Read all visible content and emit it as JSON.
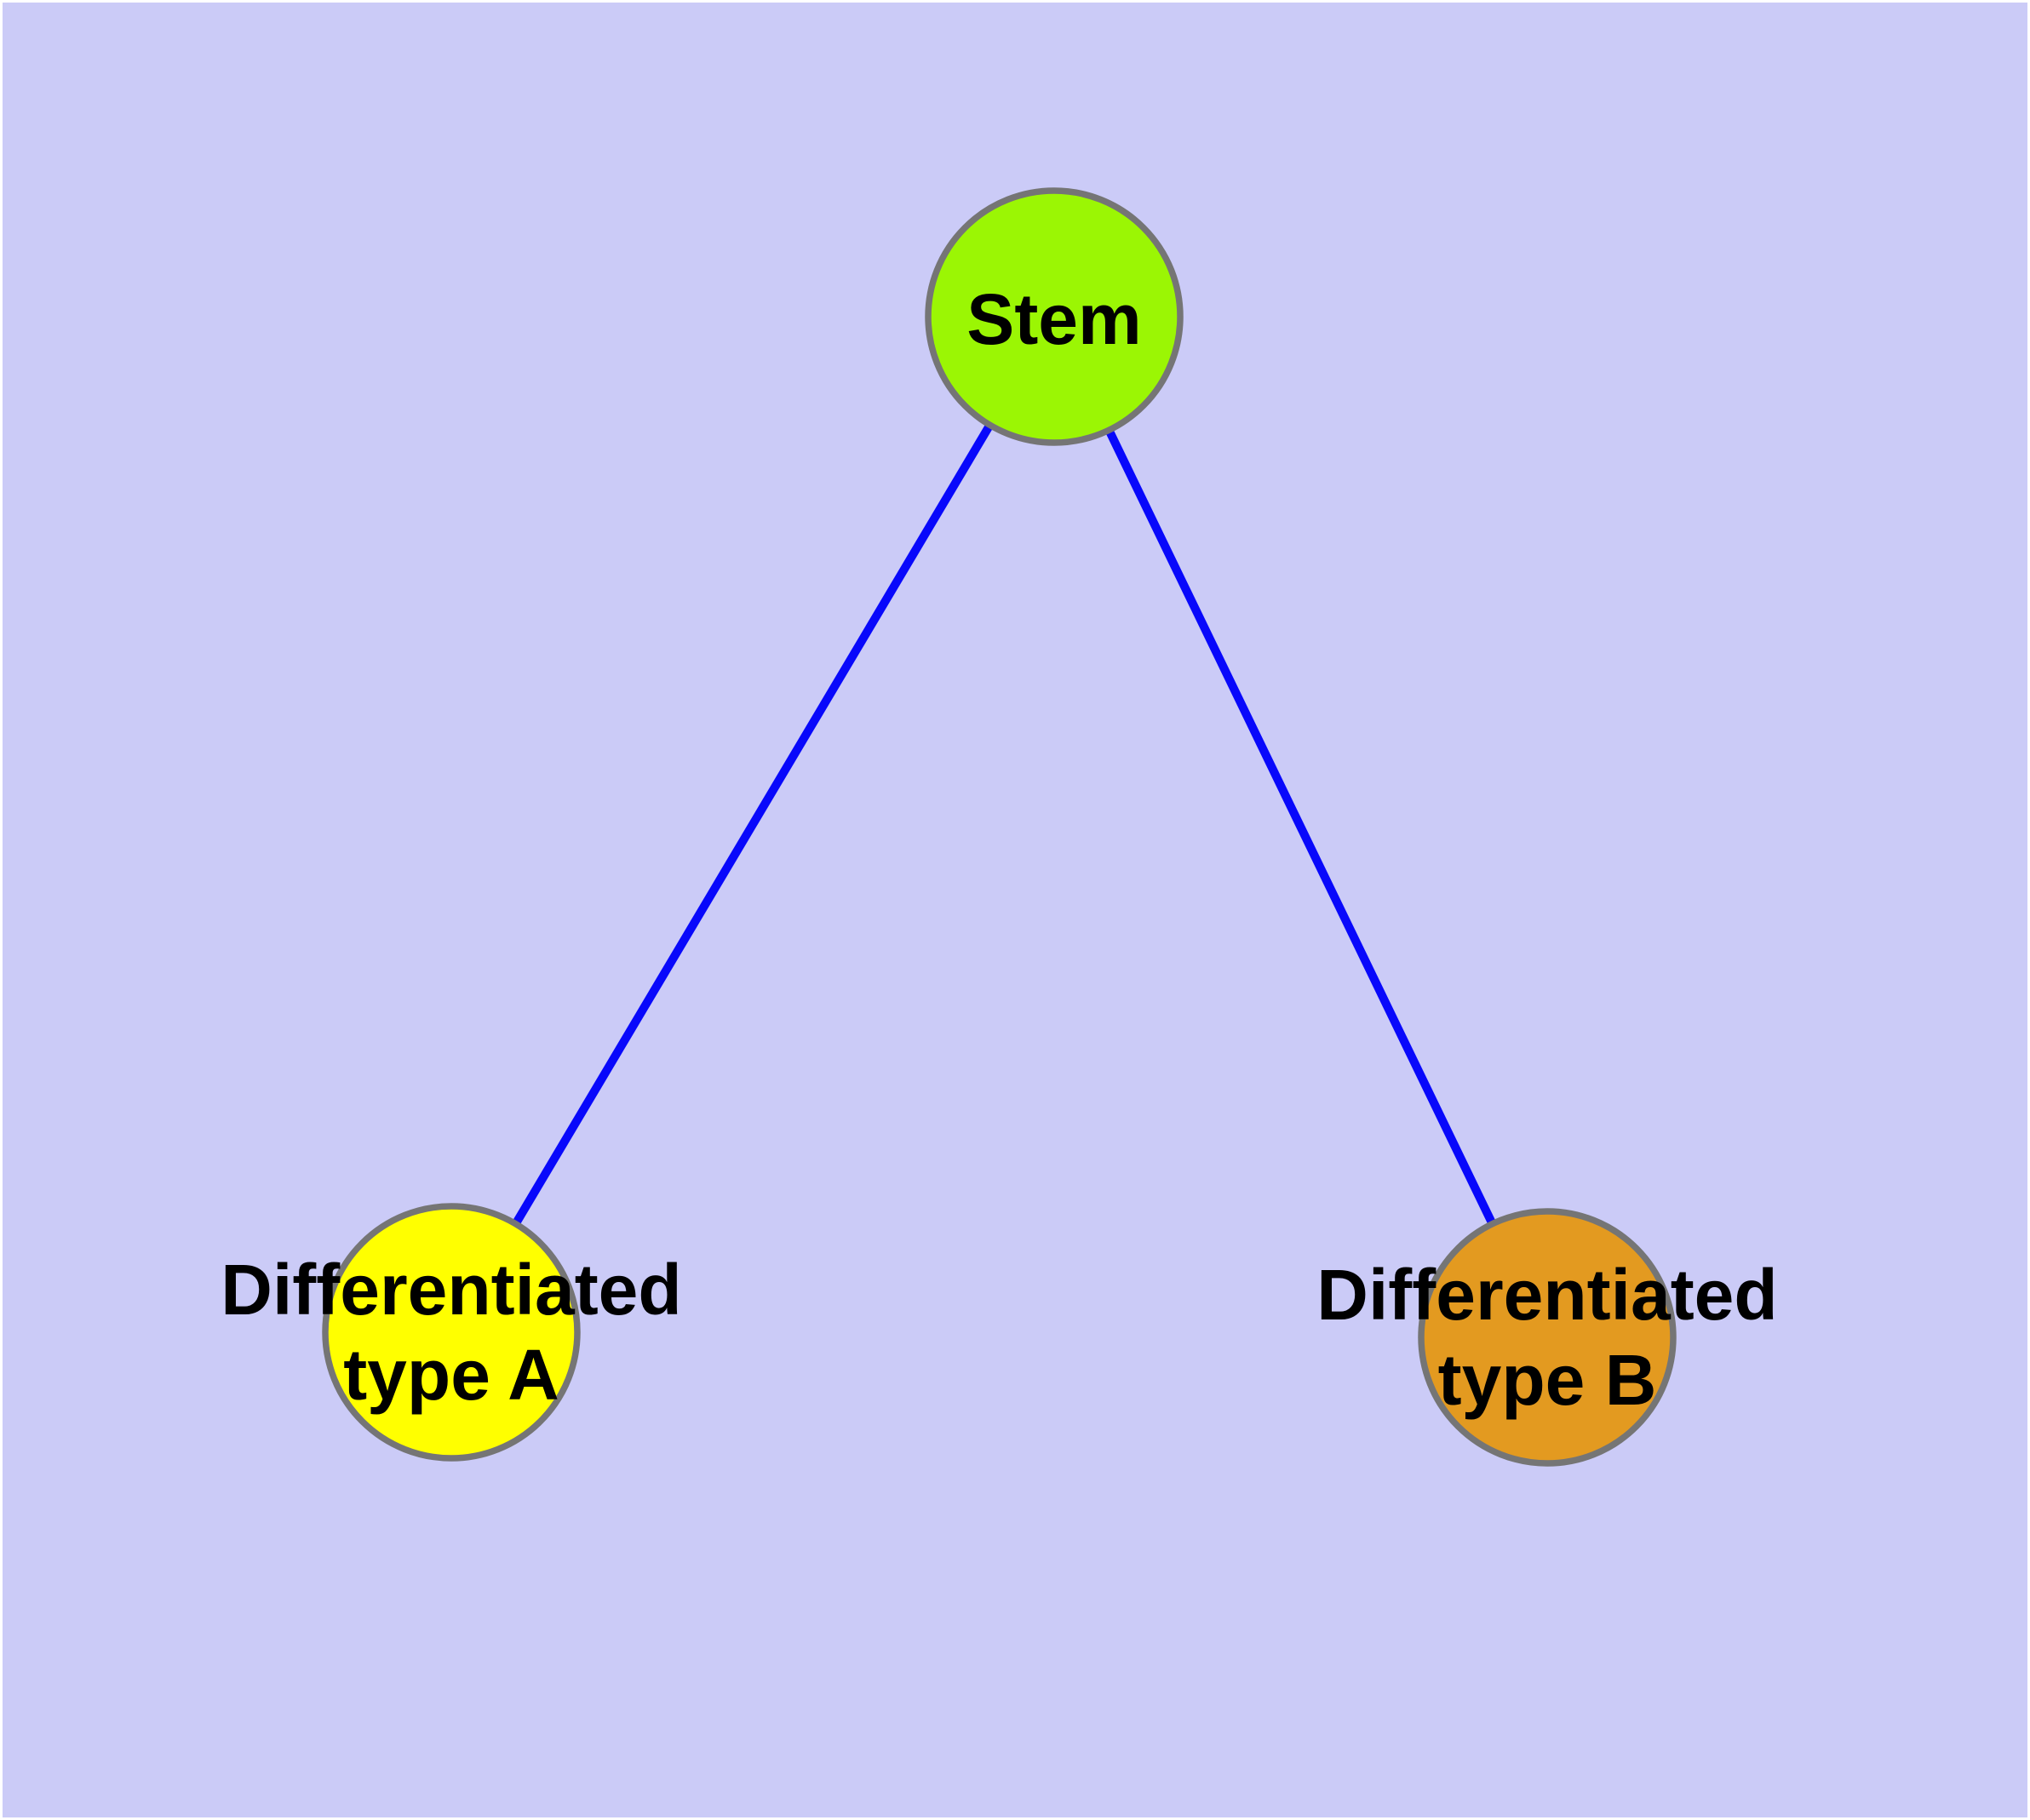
{
  "diagram": {
    "description_labels": {
      "stem_label": "Stem",
      "type_a_line1": "Differentiated",
      "type_a_line2": "type A",
      "type_b_line1": "Differentiated",
      "type_b_line2": "type B"
    }
  },
  "nodes": {
    "stem": {
      "label": "Stem",
      "fill": "#9bf604"
    },
    "type_a": {
      "label_line1": "Differentiated",
      "label_line2": "type A",
      "fill": "#ffff00"
    },
    "type_b": {
      "label_line1": "Differentiated",
      "label_line2": "type B",
      "fill": "#e39a20"
    }
  },
  "edges": [
    {
      "from": "Stem",
      "to": "Differentiated type A"
    },
    {
      "from": "Stem",
      "to": "Differentiated type B"
    }
  ],
  "colors": {
    "page_margin": "#ffffff",
    "background": "#cbcbf7",
    "edge": "#0808fb",
    "node_border": "#757575",
    "label_text": "#000000"
  }
}
